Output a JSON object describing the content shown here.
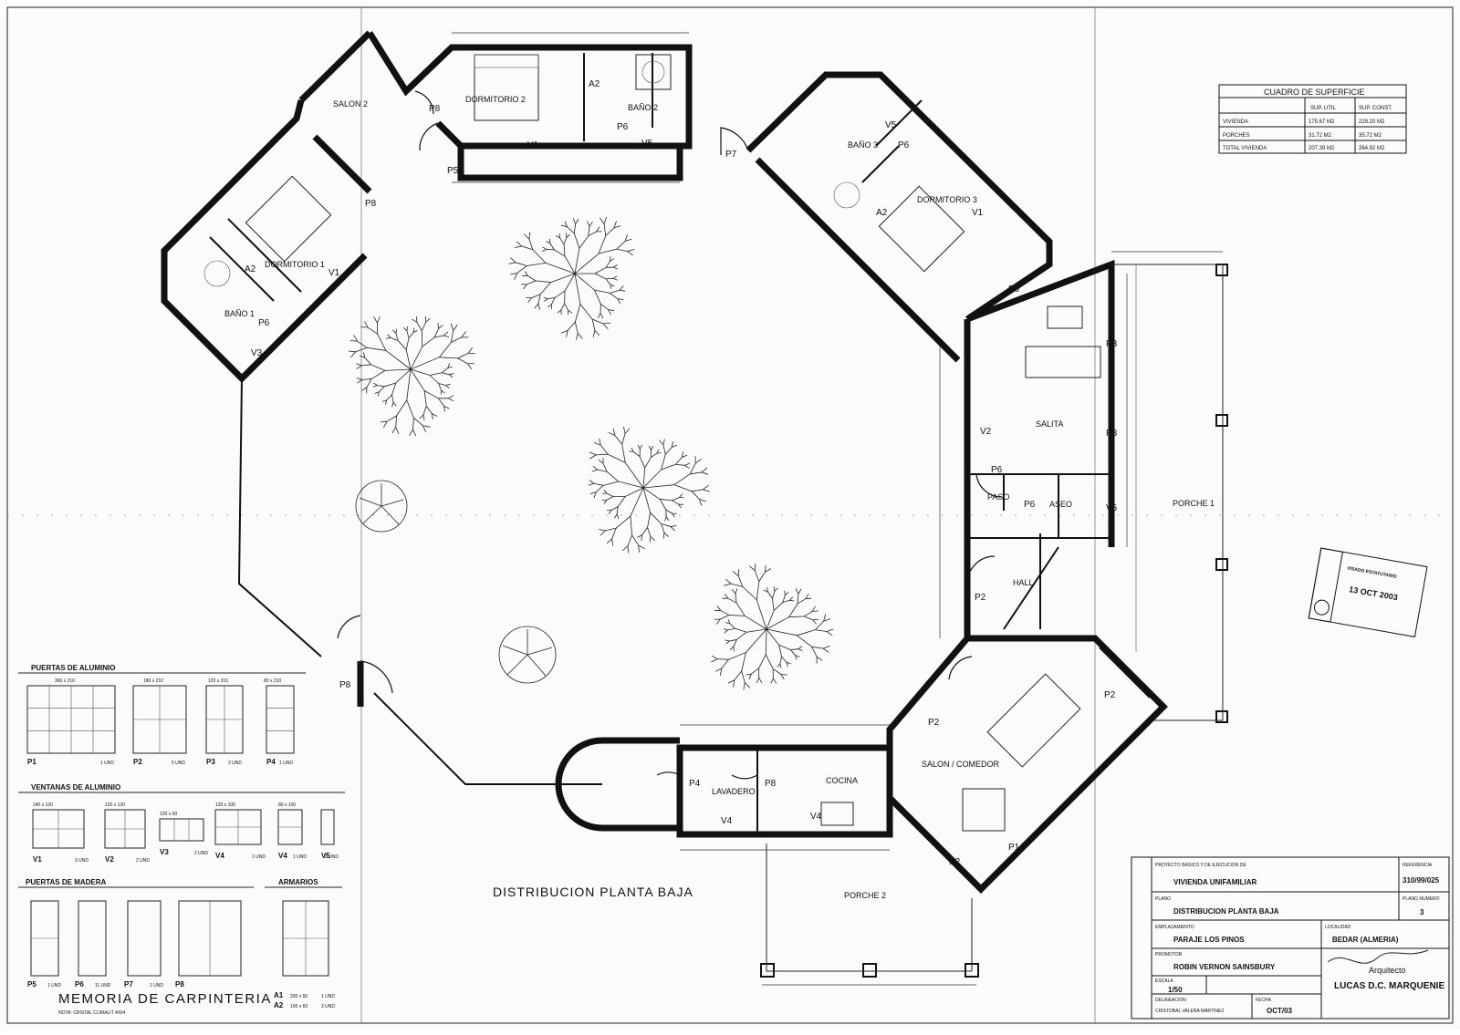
{
  "drawing": {
    "title": "DISTRIBUCION PLANTA BAJA"
  },
  "rooms": {
    "dormitorio1": "DORMITORIO 1",
    "dormitorio2": "DORMITORIO 2",
    "dormitorio3": "DORMITORIO 3",
    "bano1": "BAÑO 1",
    "bano2": "BAÑO 2",
    "bano3": "BAÑO 3",
    "salita": "SALITA",
    "paso": "PASO",
    "aseo": "ASEO",
    "hall": "HALL",
    "salon": "SALON / COMEDOR",
    "cocina": "COCINA",
    "lavadero": "LAVADERO",
    "porche1": "PORCHE 1",
    "porche2": "PORCHE 2",
    "salon2": "SALON 2"
  },
  "openings": {
    "P1": "P1",
    "P2": "P2",
    "P3": "P3",
    "P4": "P4",
    "P5": "P5",
    "P6": "P6",
    "P7": "P7",
    "P8": "P8",
    "V1": "V1",
    "V2": "V2",
    "V3": "V3",
    "V4": "V4",
    "V5": "V5",
    "A2": "A2"
  },
  "surface_table": {
    "title": "CUADRO DE SUPERFICIE",
    "headers": [
      "",
      "SUP. UTIL",
      "SUP. CONST."
    ],
    "rows": [
      [
        "VIVIENDA",
        "175.67 M2",
        "229.20 M2"
      ],
      [
        "PORCHES",
        "31.72 M2",
        "35.72 M2"
      ],
      [
        "TOTAL VIVIENDA",
        "207.39 M2",
        "264.92 M2"
      ]
    ]
  },
  "carpentry": {
    "title": "MEMORIA DE CARPINTERIA",
    "note": "NOTA: CRISTAL CLIMALIT 4/6/4",
    "sections": {
      "doors_aluminium": "PUERTAS DE ALUMINIO",
      "windows_aluminium": "VENTANAS DE ALUMINIO",
      "doors_wood": "PUERTAS DE MADERA",
      "wardrobes": "ARMARIOS"
    },
    "doors_aluminium": [
      {
        "code": "P1",
        "size": "360 x 210",
        "qty": "1 UND"
      },
      {
        "code": "P2",
        "size": "180 x 210",
        "qty": "5 UND"
      },
      {
        "code": "P3",
        "size": "120 x 210",
        "qty": "2 UND"
      },
      {
        "code": "P4",
        "size": "80 x 210",
        "qty": "1 UND"
      }
    ],
    "windows_aluminium": [
      {
        "code": "V1",
        "size": "140 x 120",
        "qty": "3 UND"
      },
      {
        "code": "V2",
        "size": "120 x 120",
        "qty": "2 UND"
      },
      {
        "code": "V3",
        "size": "120 x 60",
        "qty": "2 UND"
      },
      {
        "code": "V4",
        "size": "120 x 100",
        "qty": "1 UND"
      },
      {
        "code": "V4",
        "size": "80 x 100",
        "qty": "1 UND"
      },
      {
        "code": "V5",
        "size": "",
        "qty": "3 UND"
      }
    ],
    "doors_wood": [
      {
        "code": "P5",
        "qty": "1 UND"
      },
      {
        "code": "P6",
        "qty": "11 UND"
      },
      {
        "code": "P7",
        "qty": "1 UND"
      },
      {
        "code": "P8",
        "qty": ""
      }
    ],
    "wardrobes": [
      {
        "code": "A1",
        "size": "200 x 60",
        "qty": "1 UND"
      },
      {
        "code": "A2",
        "size": "150 x 60",
        "qty": "3 UND"
      }
    ]
  },
  "title_block": {
    "project_label": "PROYECTO BASICO Y DE EJECUCION DE",
    "project": "VIVIENDA UNIFAMILIAR",
    "ref_label": "REFERENCIA",
    "ref": "310/99/025",
    "plan_label": "PLANO",
    "plan": "DISTRIBUCION PLANTA BAJA",
    "plan_no_label": "PLANO NUMERO",
    "plan_no": "3",
    "site_label": "EMPLAZAMIENTO",
    "site": "PARAJE LOS PINOS",
    "location_label": "LOCALIDAD",
    "location": "BEDAR (ALMERIA)",
    "owner_label": "PROMOTOR",
    "owner": "ROBIN VERNON SAINSBURY",
    "architect_label": "Arquitecto",
    "architect": "LUCAS D.C. MARQUENIE",
    "scale_label": "ESCALA",
    "scale": "1/50",
    "drawn_label": "DELINEACION",
    "drawn": "CRISTOBAL VALERA MARTINEZ",
    "date_label": "FECHA",
    "date": "OCT/03"
  },
  "stamp": {
    "line1": "VISADO ESTATUTARIO",
    "line2": "13 OCT 2003"
  }
}
